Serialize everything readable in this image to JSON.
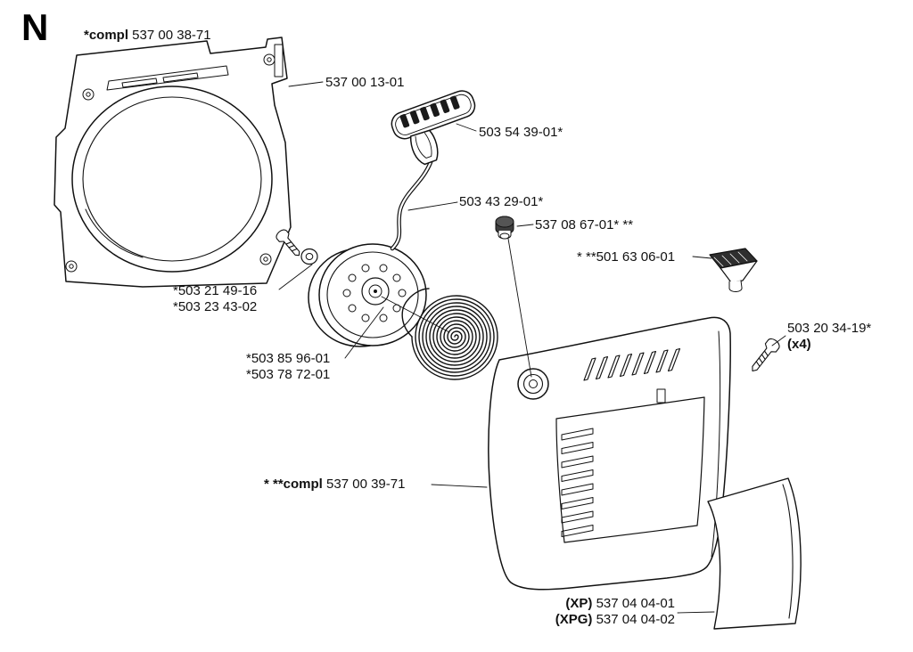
{
  "colors": {
    "ink": "#111111",
    "background": "#ffffff"
  },
  "section": {
    "letter": "N"
  },
  "labels": {
    "assembly_compl": {
      "bold": "*compl",
      "rest": " 537 00 38-71"
    },
    "housing": {
      "rest": "537 00 13-01"
    },
    "handle": {
      "rest": "503 54 39-01*"
    },
    "rope": {
      "rest": "503 43 29-01*"
    },
    "bushing": {
      "rest": "537 08 67-01* **"
    },
    "funnel": {
      "rest": "* **501 63 06-01"
    },
    "screw": {
      "rest": "*503 21 49-16"
    },
    "washer": {
      "rest": "*503 23 43-02"
    },
    "pulley": {
      "rest": "*503 85 96-01"
    },
    "spring": {
      "rest": "*503 78 72-01"
    },
    "cover_screw": {
      "rest": "503 20 34-19*"
    },
    "cover_screw_qty": {
      "bold": "(x4)"
    },
    "cover_compl": {
      "bold": "* **compl",
      "rest": " 537 00 39-71"
    },
    "decal_xp": {
      "bold": "(XP)",
      "rest": " 537 04 04-01"
    },
    "decal_xpg": {
      "bold": "(XPG)",
      "rest": " 537 04 04-02"
    }
  }
}
